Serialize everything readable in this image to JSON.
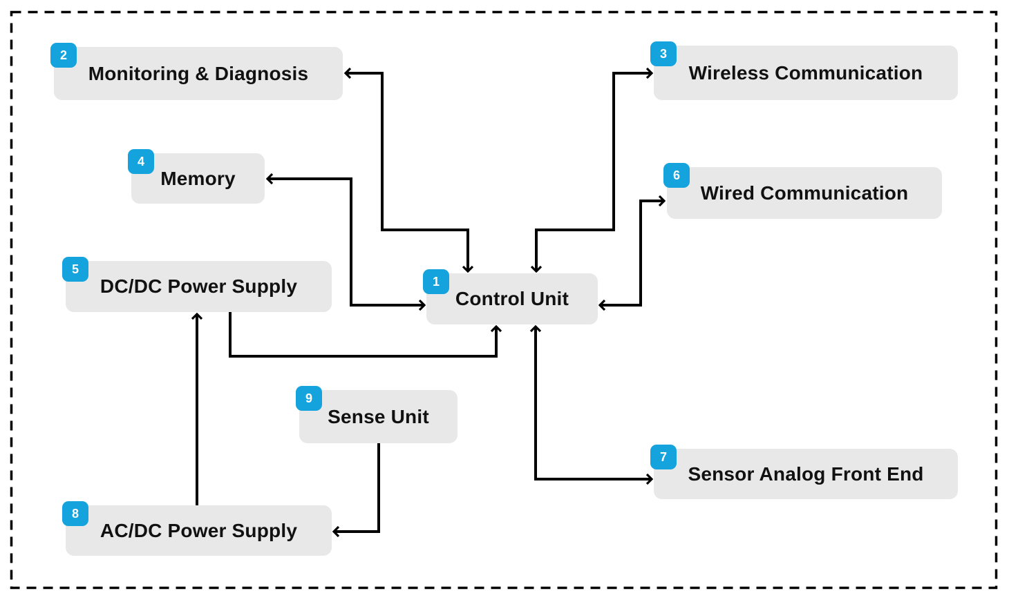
{
  "diagram": {
    "type": "block-diagram",
    "blocks": [
      {
        "num": "1",
        "label": "Control Unit"
      },
      {
        "num": "2",
        "label": "Monitoring & Diagnosis"
      },
      {
        "num": "3",
        "label": "Wireless Communication"
      },
      {
        "num": "4",
        "label": "Memory"
      },
      {
        "num": "5",
        "label": "DC/DC Power Supply"
      },
      {
        "num": "6",
        "label": "Wired Communication"
      },
      {
        "num": "7",
        "label": "Sensor Analog Front End"
      },
      {
        "num": "8",
        "label": "AC/DC Power Supply"
      },
      {
        "num": "9",
        "label": "Sense Unit"
      }
    ],
    "edges": [
      {
        "from": "Control Unit",
        "to": "Monitoring & Diagnosis",
        "direction": "bidirectional"
      },
      {
        "from": "Control Unit",
        "to": "Wireless Communication",
        "direction": "bidirectional"
      },
      {
        "from": "Control Unit",
        "to": "Memory",
        "direction": "bidirectional"
      },
      {
        "from": "Control Unit",
        "to": "Wired Communication",
        "direction": "bidirectional"
      },
      {
        "from": "Control Unit",
        "to": "Sensor Analog Front End",
        "direction": "bidirectional"
      },
      {
        "from": "DC/DC Power Supply",
        "to": "Control Unit",
        "direction": "unidirectional"
      },
      {
        "from": "AC/DC Power Supply",
        "to": "DC/DC Power Supply",
        "direction": "unidirectional"
      },
      {
        "from": "Sense Unit",
        "to": "AC/DC Power Supply",
        "direction": "unidirectional"
      }
    ],
    "colors": {
      "badge": "#14a3dd",
      "badge_text": "#ffffff",
      "block_fill": "#e8e8e8",
      "block_text": "#111111",
      "line": "#000000",
      "border": "#000000",
      "background": "#ffffff"
    }
  }
}
